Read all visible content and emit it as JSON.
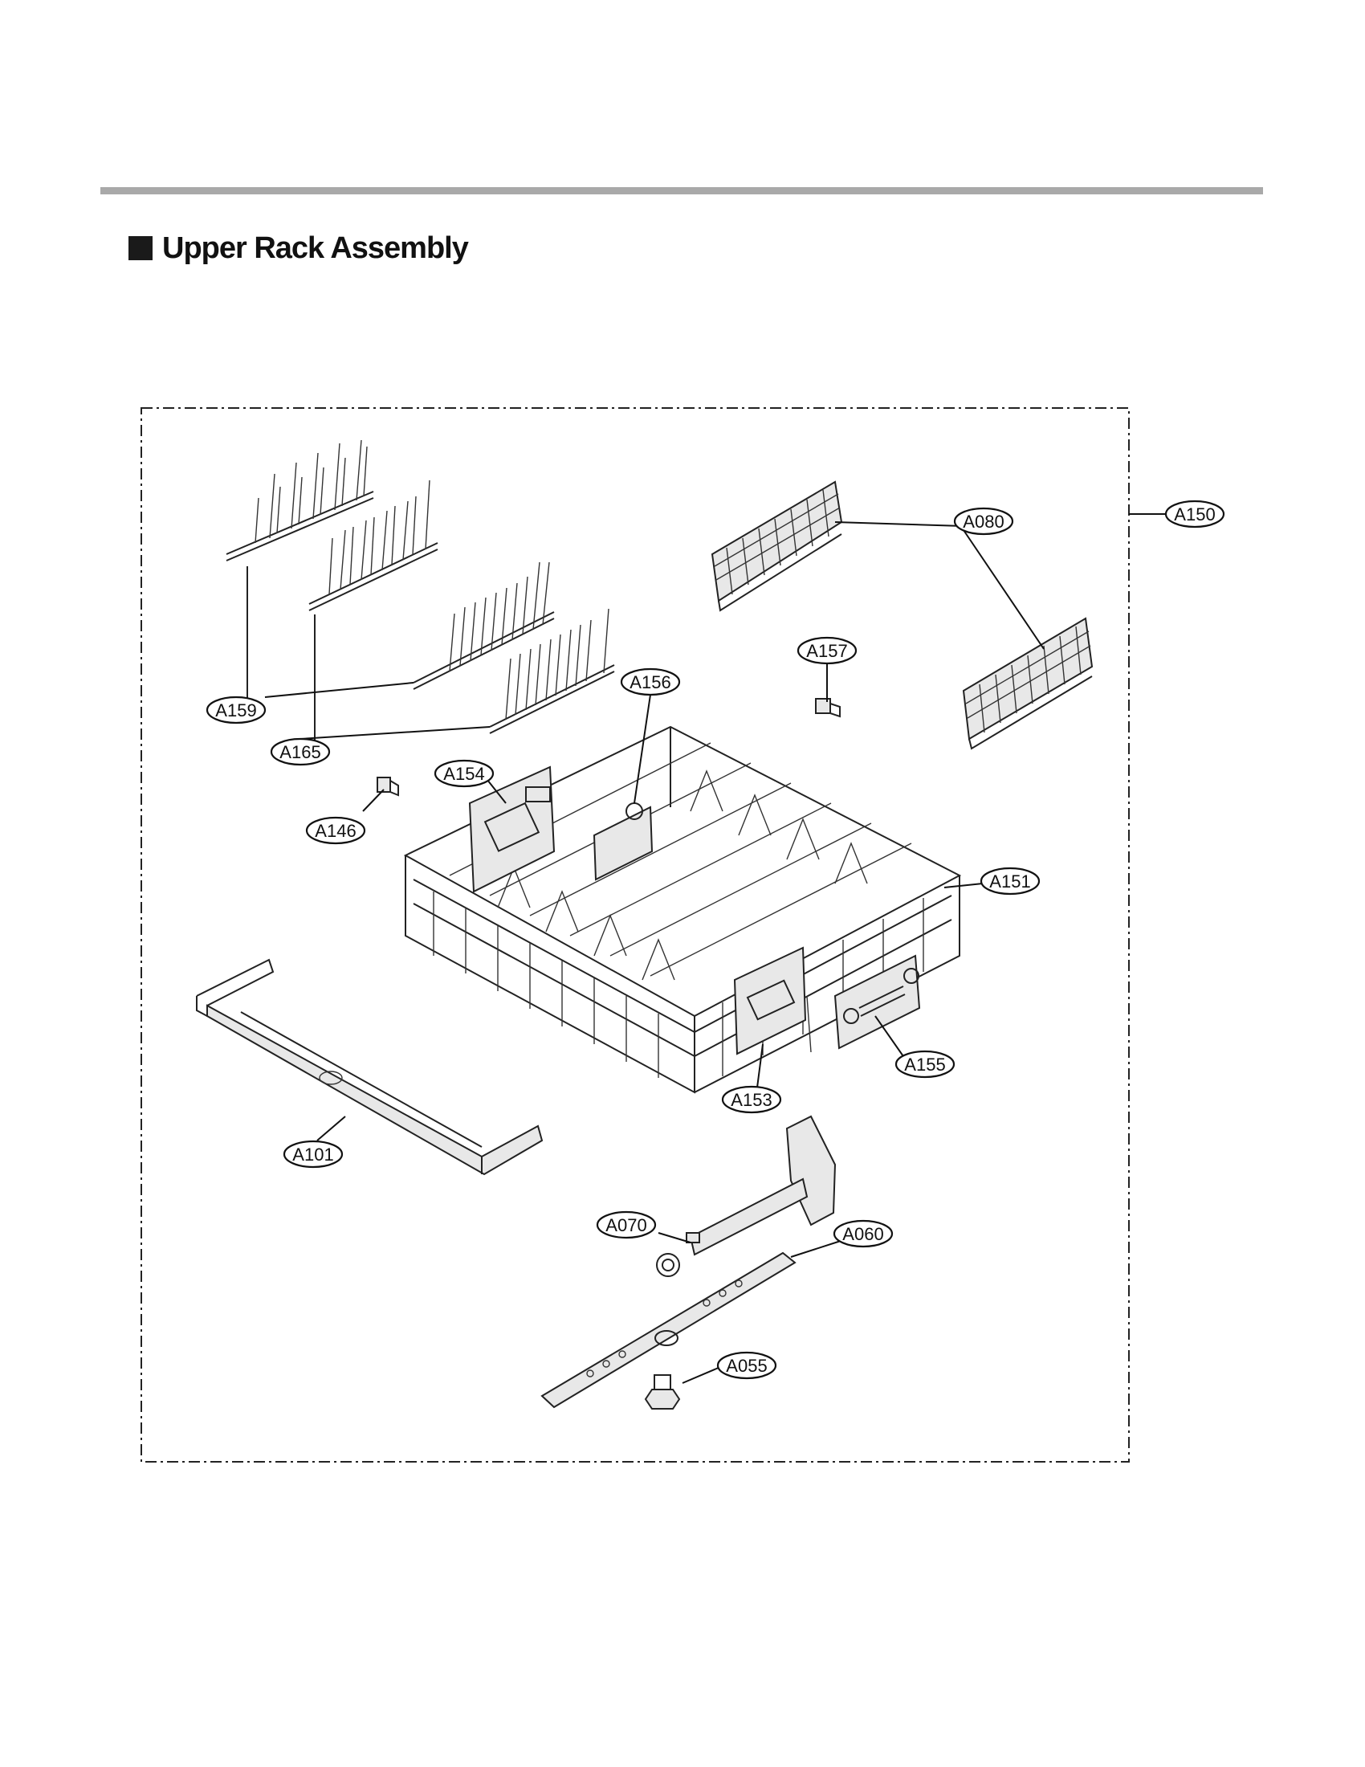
{
  "section": {
    "title": "Upper Rack Assembly"
  },
  "callouts": [
    {
      "id": "A150",
      "label": "A150"
    },
    {
      "id": "A080",
      "label": "A080"
    },
    {
      "id": "A157",
      "label": "A157"
    },
    {
      "id": "A156",
      "label": "A156"
    },
    {
      "id": "A159",
      "label": "A159"
    },
    {
      "id": "A165",
      "label": "A165"
    },
    {
      "id": "A154",
      "label": "A154"
    },
    {
      "id": "A146",
      "label": "A146"
    },
    {
      "id": "A151",
      "label": "A151"
    },
    {
      "id": "A155",
      "label": "A155"
    },
    {
      "id": "A153",
      "label": "A153"
    },
    {
      "id": "A101",
      "label": "A101"
    },
    {
      "id": "A070",
      "label": "A070"
    },
    {
      "id": "A060",
      "label": "A060"
    },
    {
      "id": "A055",
      "label": "A055"
    }
  ]
}
